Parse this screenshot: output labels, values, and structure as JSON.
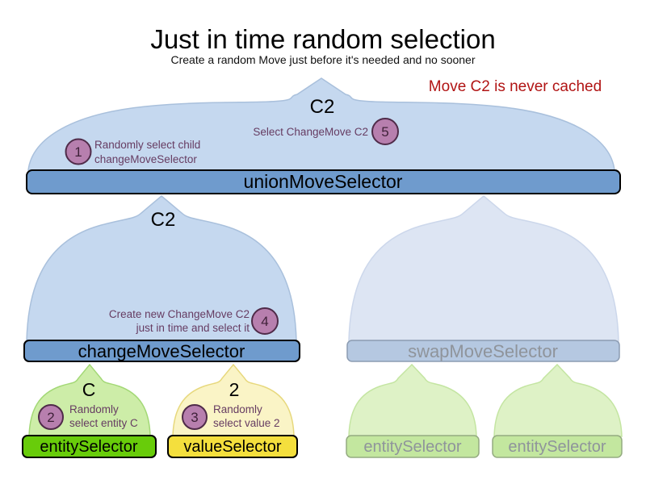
{
  "title": "Just in time random selection",
  "subtitle": "Create a random Move just before it's needed and no sooner",
  "note": "Move C2 is never cached",
  "selectors": {
    "union": "unionMoveSelector",
    "change": "changeMoveSelector",
    "swap": "swapMoveSelector",
    "entity": "entitySelector",
    "value": "valueSelector",
    "entity_faded_left": "entitySelector",
    "entity_faded_right": "entitySelector"
  },
  "outputs": {
    "union": "C2",
    "change": "C2",
    "entity": "C",
    "value": "2"
  },
  "steps": [
    {
      "num": "1",
      "lines": [
        "Randomly select child",
        "changeMoveSelector"
      ]
    },
    {
      "num": "2",
      "lines": [
        "Randomly",
        "select entity C"
      ]
    },
    {
      "num": "3",
      "lines": [
        "Randomly",
        "select value 2"
      ]
    },
    {
      "num": "4",
      "lines": [
        "Create new ChangeMove C2",
        "just in time and select it"
      ]
    },
    {
      "num": "5",
      "lines": [
        "Select ChangeMove C2"
      ]
    }
  ],
  "colors": {
    "note_red": "#b11414",
    "active_funnel_blue": "#c5d8ef",
    "active_bar_blue": "#6f9bcd",
    "faded_funnel_blue": "#dde5f3",
    "faded_bar_blue": "#b5c8e1",
    "entity_green": "#68cc0a",
    "value_yellow": "#f4df3d",
    "faded_green_bar": "#c3e79f",
    "step_circle_purple": "#b77fae",
    "annotation_purple": "#663c62"
  }
}
